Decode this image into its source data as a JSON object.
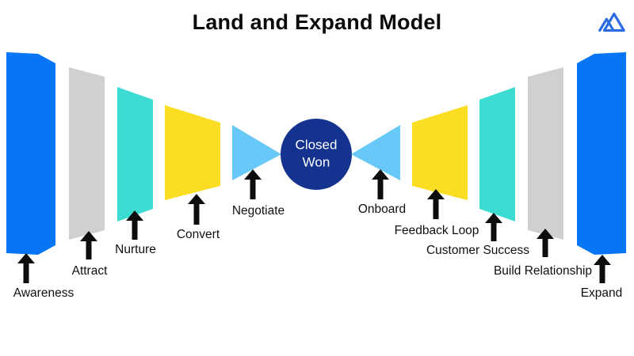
{
  "title": "Land and Expand Model",
  "brand": {
    "logo": "mountain-logo",
    "color": "#2d6ce2"
  },
  "background": "#ffffff",
  "arrow_color": "#0d0d0d",
  "center": {
    "line1": "Closed",
    "line2": "Won",
    "color": "#13338f",
    "text_color": "#ffffff"
  },
  "stages": [
    {
      "label": "Awareness",
      "color": "#0675f6",
      "side": "land"
    },
    {
      "label": "Attract",
      "color": "#d0d0d0",
      "side": "land"
    },
    {
      "label": "Nurture",
      "color": "#3cdcd3",
      "side": "land"
    },
    {
      "label": "Convert",
      "color": "#fbdd23",
      "side": "land"
    },
    {
      "label": "Negotiate",
      "color": "#68c8f8",
      "side": "land"
    },
    {
      "label": "Onboard",
      "color": "#68c8f8",
      "side": "expand"
    },
    {
      "label": "Feedback Loop",
      "color": "#fbdd23",
      "side": "expand"
    },
    {
      "label": "Customer Success",
      "color": "#3cdcd3",
      "side": "expand"
    },
    {
      "label": "Build Relationship",
      "color": "#d0d0d0",
      "side": "expand"
    },
    {
      "label": "Expand",
      "color": "#0675f6",
      "side": "expand"
    }
  ]
}
